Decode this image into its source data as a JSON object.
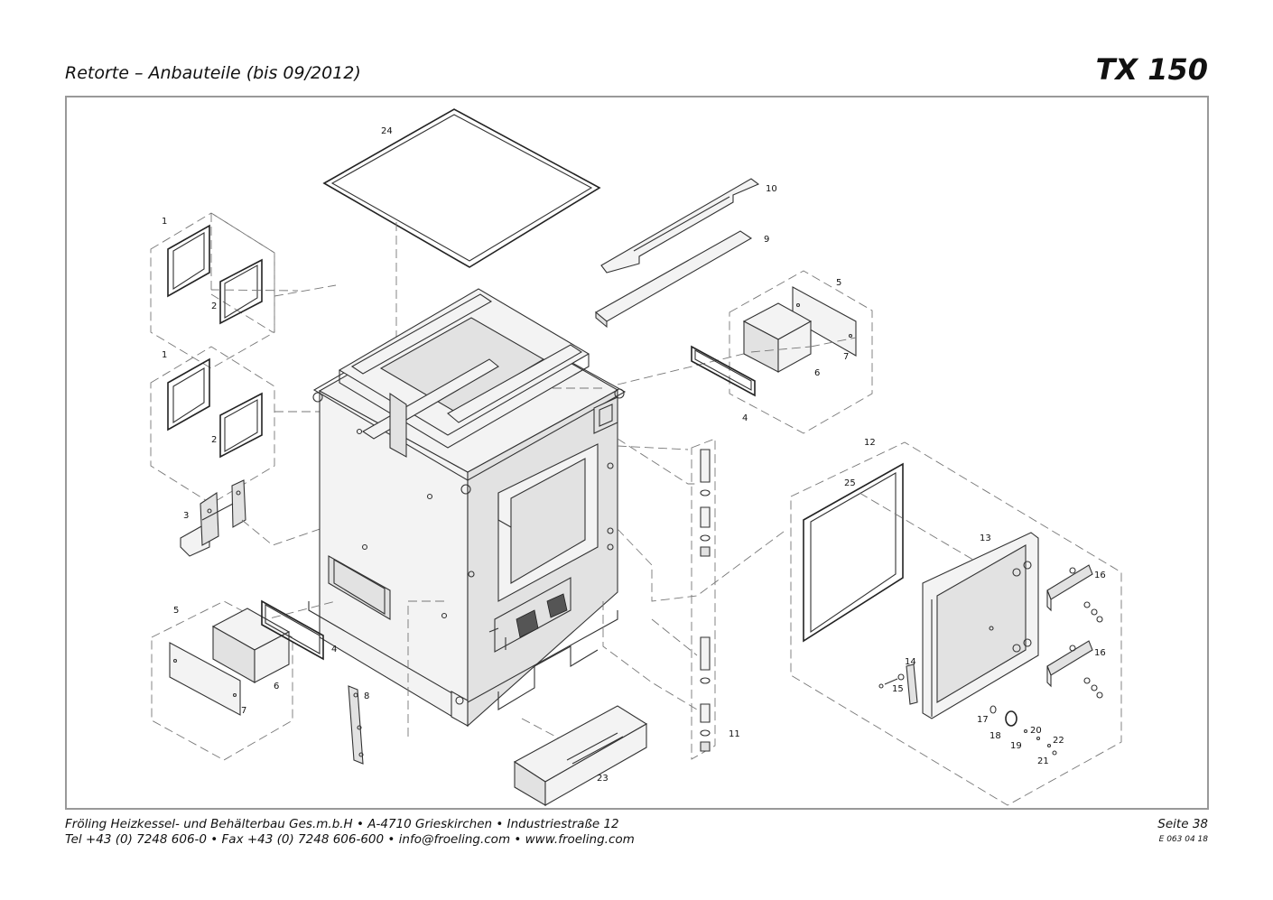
{
  "header": {
    "title": "Retorte – Anbauteile (bis 09/2012)",
    "model": "TX 150"
  },
  "footer": {
    "line1": "Fröling Heizkessel- und Behälterbau Ges.m.b.H   •  A-4710 Grieskirchen   •  Industriestraße 12",
    "line2": "Tel +43 (0) 7248 606-0   •  Fax +43 (0) 7248 606-600   •  info@froeling.com   •  www.froeling.com",
    "page": "Seite 38",
    "doc_code": "E 063 04 18"
  },
  "part_labels": {
    "p24": "24",
    "p10": "10",
    "p9": "9",
    "p1a": "1",
    "p2a": "2",
    "p1b": "1",
    "p2b": "2",
    "p5a": "5",
    "p6a": "6",
    "p7a": "7",
    "p4a": "4",
    "p3": "3",
    "p5b": "5",
    "p6b": "6",
    "p7b": "7",
    "p4b": "4",
    "p8": "8",
    "p11": "11",
    "p23": "23",
    "p12": "12",
    "p25": "25",
    "p13": "13",
    "p16a": "16",
    "p16b": "16",
    "p14": "14",
    "p15": "15",
    "p17": "17",
    "p18": "18",
    "p19": "19",
    "p20": "20",
    "p21": "21",
    "p22": "22"
  }
}
